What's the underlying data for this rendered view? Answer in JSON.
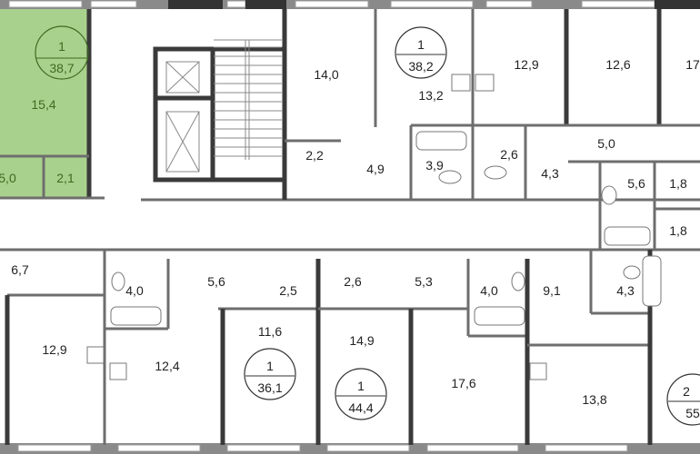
{
  "plan": {
    "highlight_color": "#a9d18e",
    "apartments": [
      {
        "rooms": "1",
        "area": "38,7",
        "highlighted": true
      },
      {
        "rooms": "1",
        "area": "38,2"
      },
      {
        "rooms": "1",
        "area": "36,1"
      },
      {
        "rooms": "1",
        "area": "44,4"
      },
      {
        "rooms": "2",
        "area": "55"
      }
    ],
    "rooms_top": [
      "15,4",
      "5,0",
      "2,1",
      "14,0",
      "2,2",
      "4,9",
      "13,2",
      "3,9",
      "2,6",
      "12,9",
      "12,6",
      "17",
      "5,0",
      "4,3",
      "5,6",
      "1,8",
      "1,8"
    ],
    "rooms_bottom": [
      "6,7",
      "4,0",
      "5,6",
      "2,5",
      "2,6",
      "5,3",
      "4,0",
      "9,1",
      "4,3",
      "12,9",
      "12,4",
      "11,6",
      "14,9",
      "17,6",
      "13,8"
    ]
  }
}
